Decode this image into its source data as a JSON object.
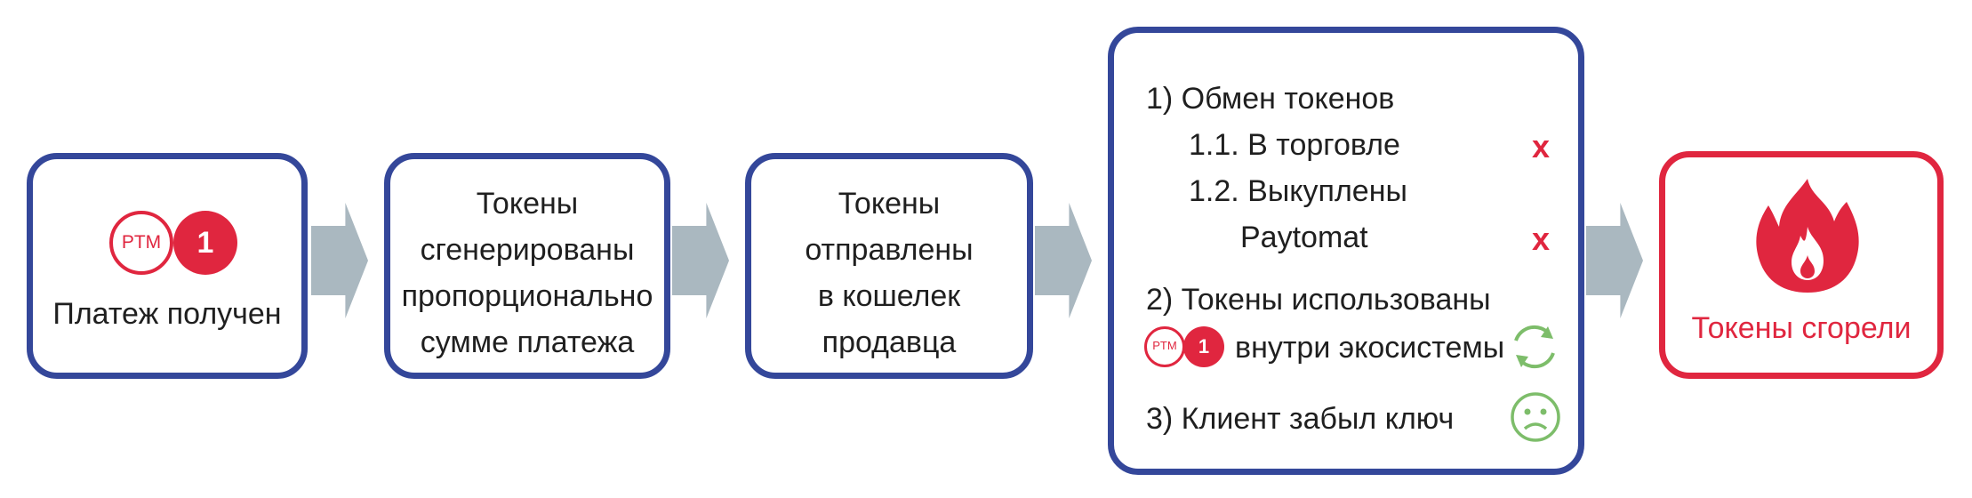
{
  "colors": {
    "box_border": "#34479a",
    "accent_red": "#e0263f",
    "arrow_fill": "#aab8c0",
    "ok_green": "#7dbd6a"
  },
  "steps": [
    {
      "lines": [
        "Платеж получен"
      ],
      "logo": {
        "ring_text": "PTM",
        "dot_text": "1"
      }
    },
    {
      "lines": [
        "Токены",
        "сгенерированы",
        "пропорционально",
        "сумме платежа"
      ]
    },
    {
      "lines": [
        "Токены",
        "отправлены",
        "в кошелек",
        "продавца"
      ]
    }
  ],
  "outcomes": {
    "item1": "1) Обмен токенов",
    "item1_1": "1.1. В торговле",
    "item1_2_a": "1.2. Выкуплены",
    "item1_2_b": "Paytomat",
    "mark_cross": "x",
    "item2_a": "2) Токены использованы",
    "item2_logo": {
      "ring_text": "PTM",
      "dot_text": "1"
    },
    "item2_b": "внутри экосистемы",
    "item2_icon": "refresh-icon",
    "item3": "3) Клиент забыл ключ",
    "item3_icon": "sad-face-icon"
  },
  "final": {
    "label": "Токены сгорели",
    "icon": "fire-icon"
  }
}
